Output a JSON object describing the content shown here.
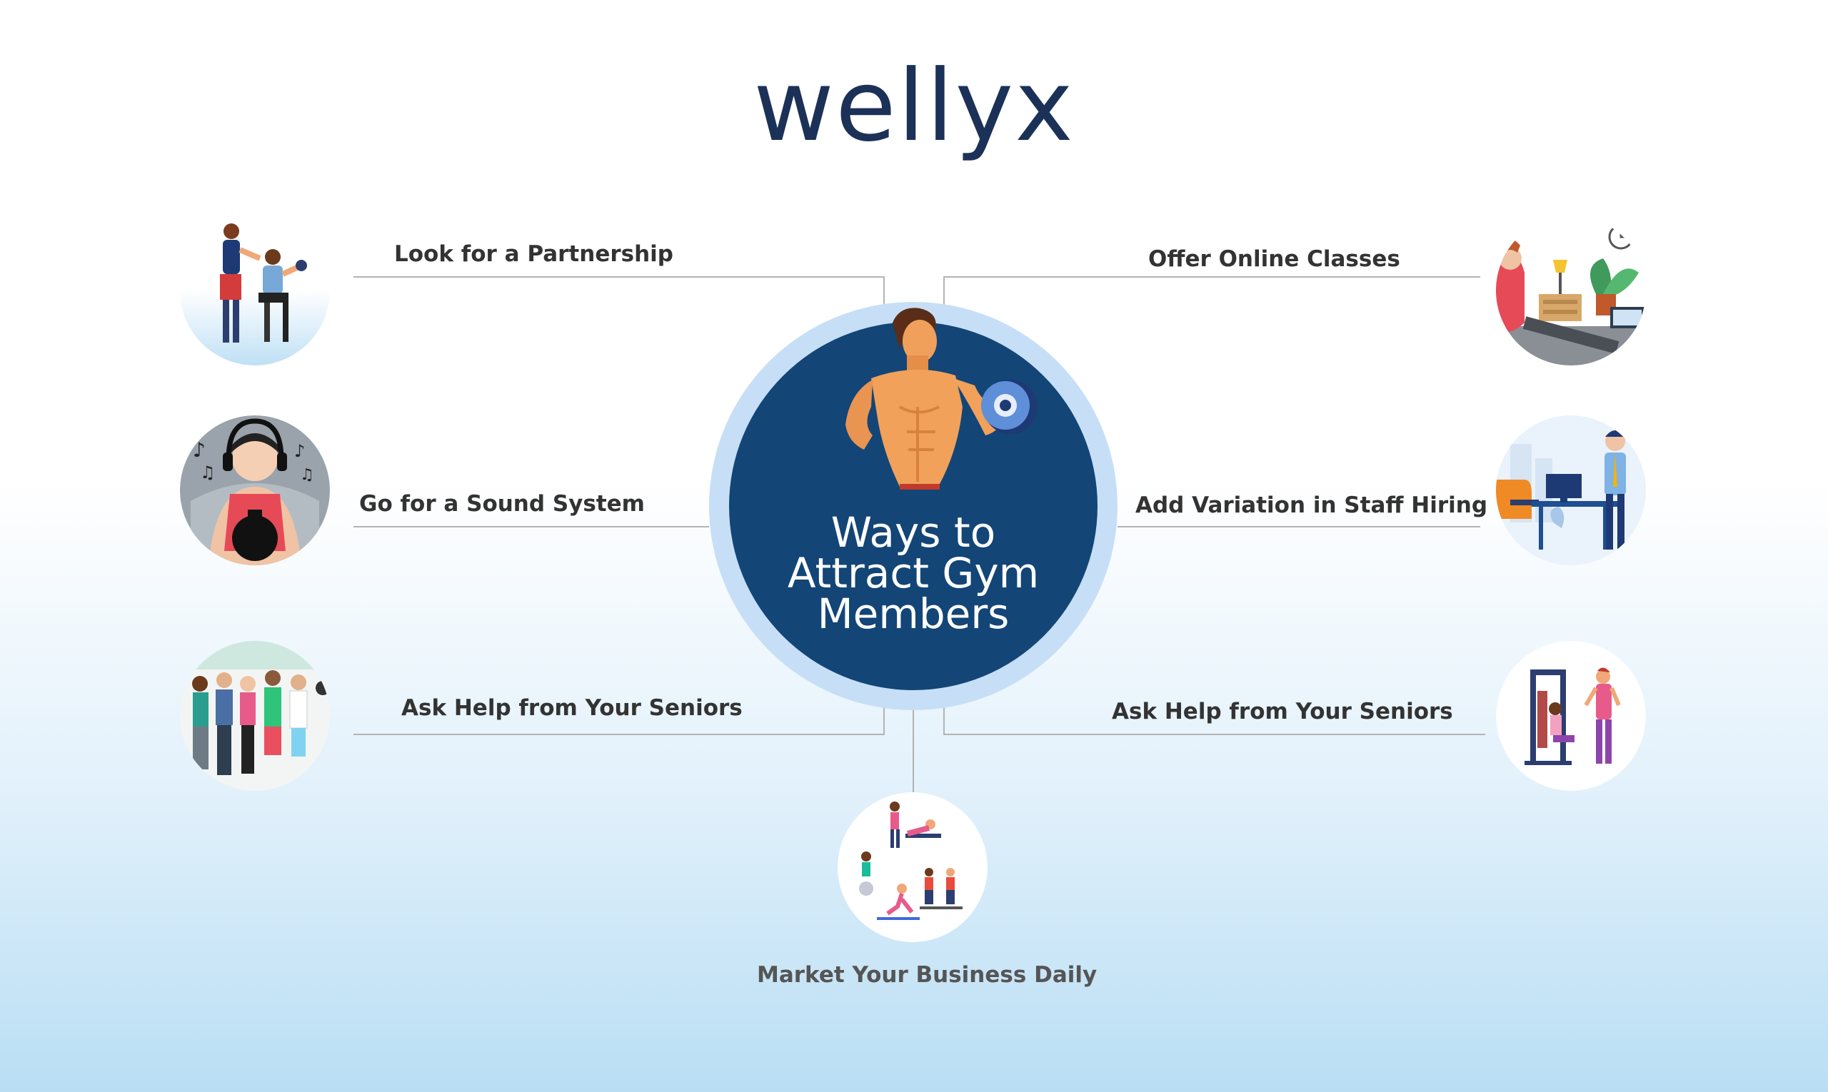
{
  "brand": {
    "logo_text": "wellyx"
  },
  "hub": {
    "title_lines": [
      "Ways to",
      "Attract Gym",
      "Members"
    ]
  },
  "items": {
    "partnership": {
      "label": "Look for a Partnership",
      "icon": "trainer-with-client-icon"
    },
    "sound": {
      "label": "Go for a Sound System",
      "icon": "headphones-kettlebell-icon"
    },
    "seniors_left": {
      "label": "Ask Help from Your Seniors",
      "icon": "group-of-members-icon"
    },
    "online": {
      "label": "Offer Online Classes",
      "icon": "online-class-icon"
    },
    "staff": {
      "label": "Add Variation in Staff Hiring",
      "icon": "staff-hiring-icon"
    },
    "seniors_right": {
      "label": "Ask Help from Your Seniors",
      "icon": "gym-machine-trainer-icon"
    },
    "market": {
      "label": "Market Your Business Daily",
      "icon": "workout-group-icon"
    }
  },
  "colors": {
    "logo": "#1b3158",
    "hub_inner": "#134577",
    "hub_ring": "#c6dff6",
    "connector": "#b3b3b3",
    "label": "#333333"
  }
}
